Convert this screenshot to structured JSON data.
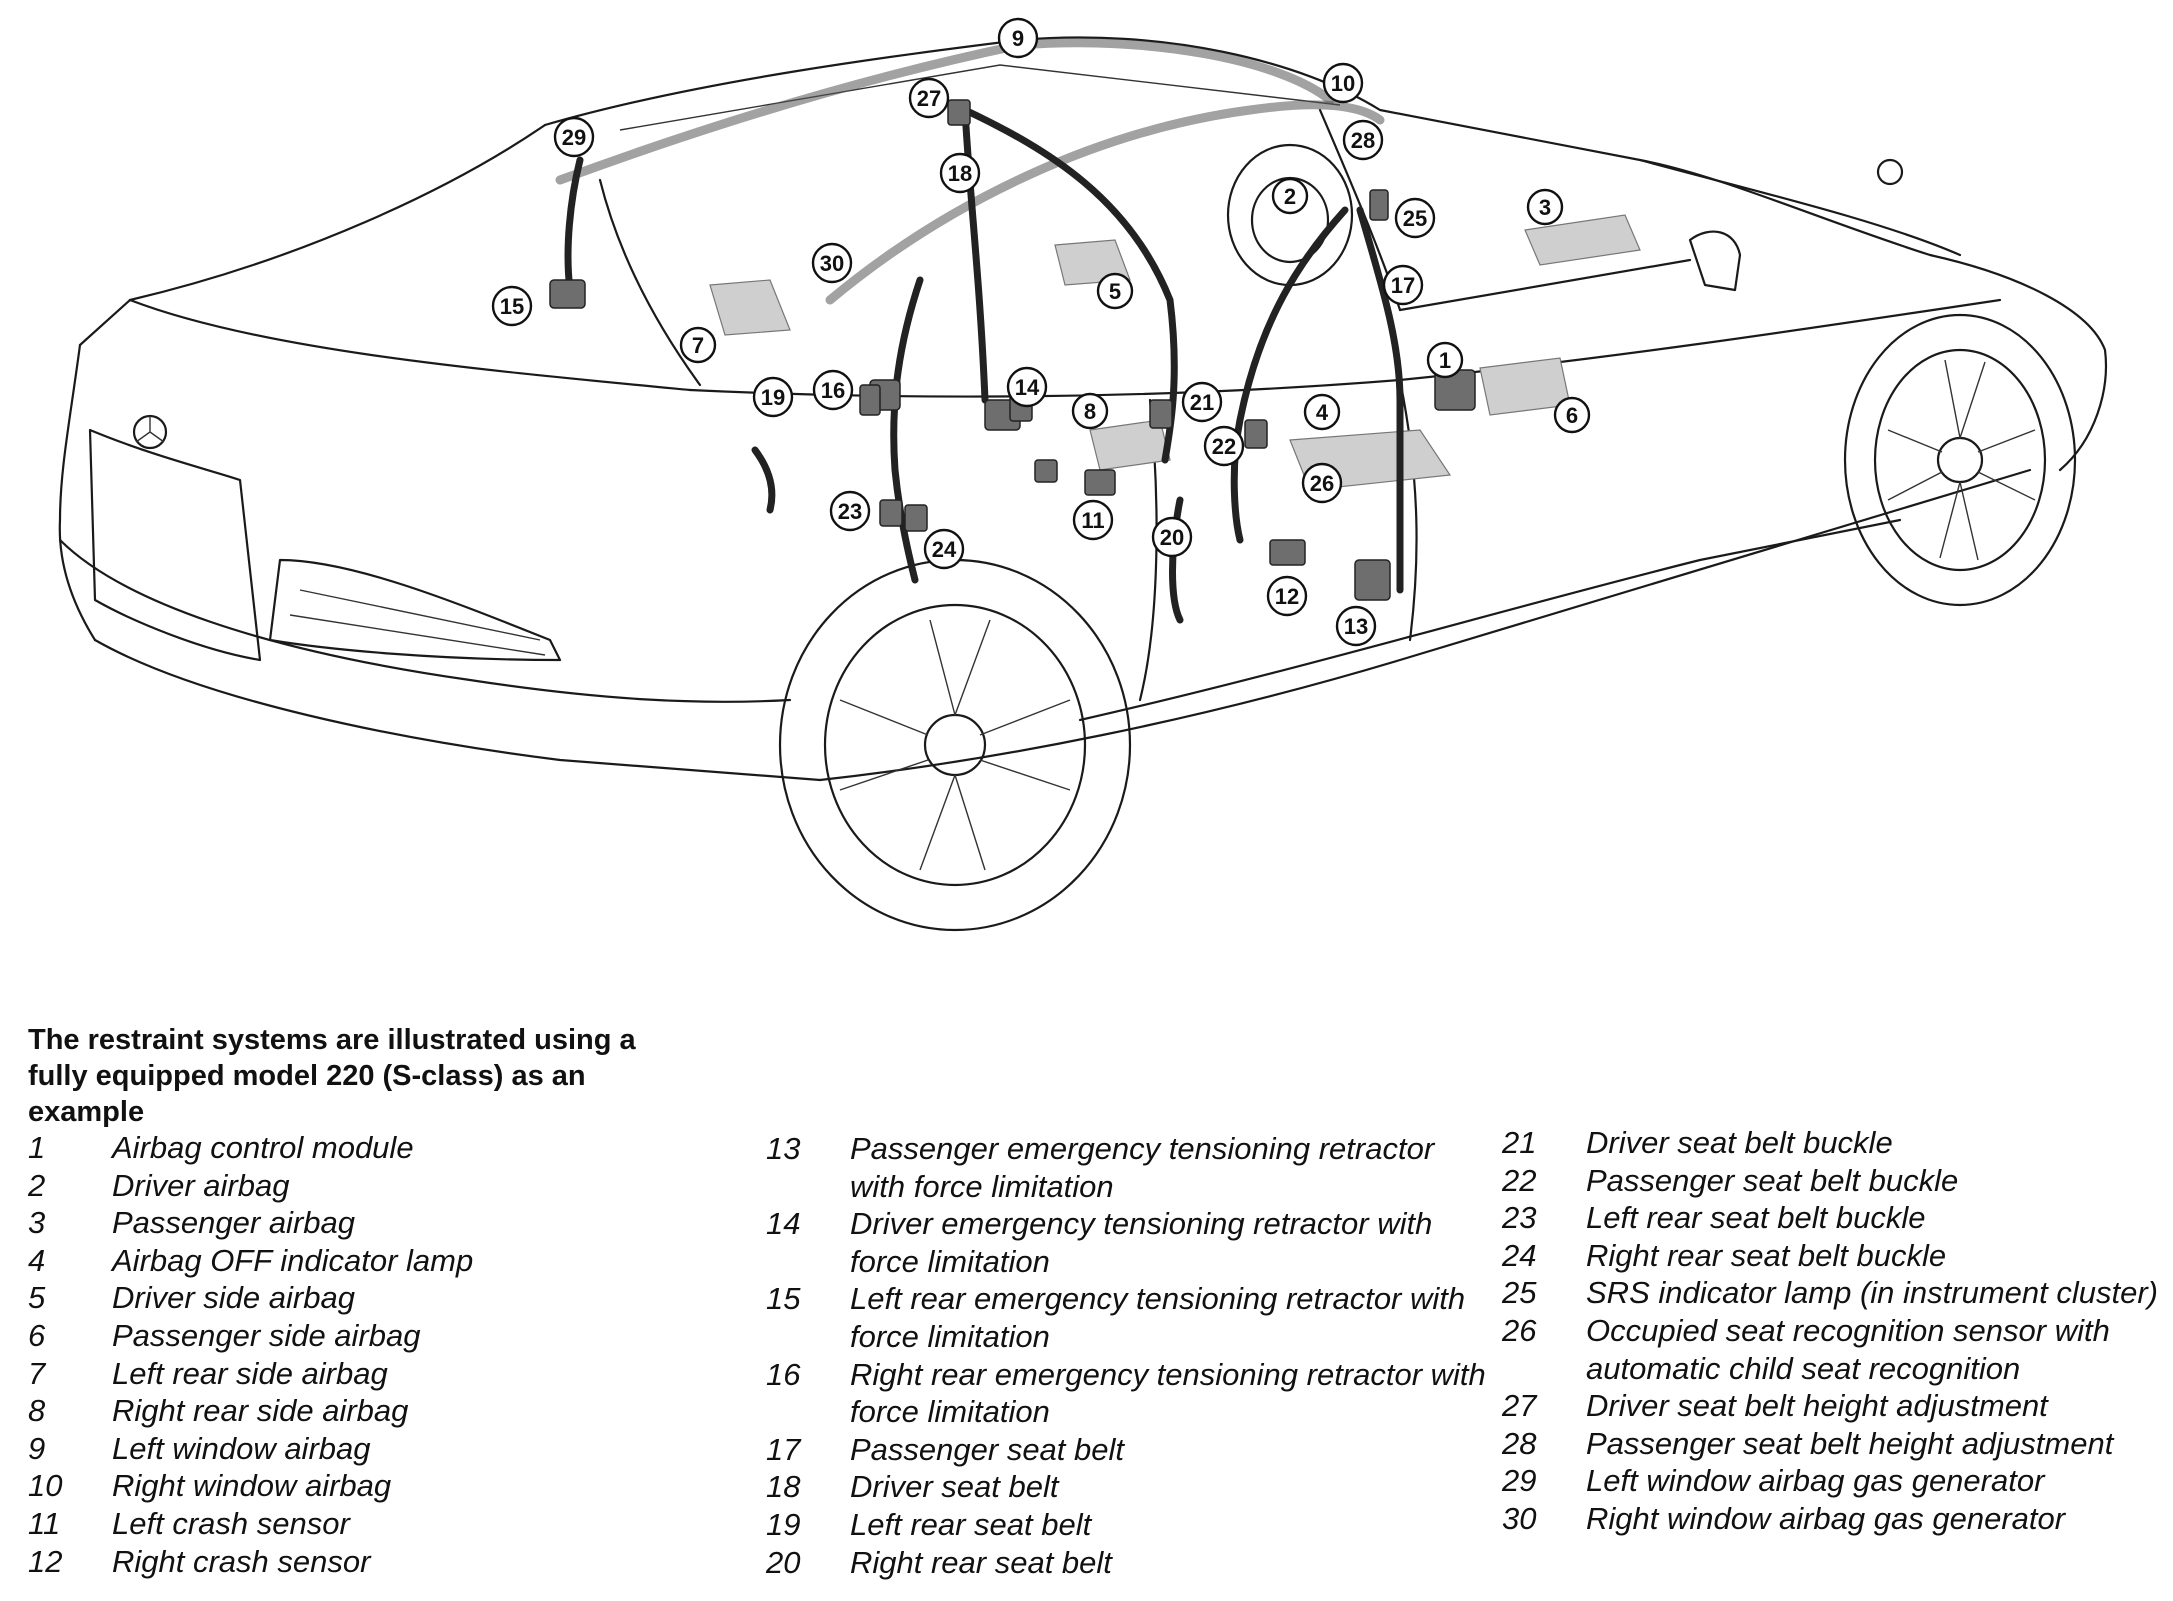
{
  "caption": "The restraint systems are illustrated using a fully equipped model 220 (S-class) as an example",
  "callouts": [
    "1",
    "2",
    "3",
    "4",
    "5",
    "6",
    "7",
    "8",
    "9",
    "10",
    "11",
    "12",
    "13",
    "14",
    "15",
    "16",
    "17",
    "18",
    "19",
    "20",
    "21",
    "22",
    "23",
    "24",
    "25",
    "26",
    "27",
    "28",
    "29",
    "30"
  ],
  "legend": {
    "col1": [
      {
        "num": "1",
        "text": "Airbag control module"
      },
      {
        "num": "2",
        "text": "Driver airbag"
      },
      {
        "num": "3",
        "text": "Passenger airbag"
      },
      {
        "num": "4",
        "text": "Airbag OFF indicator lamp"
      },
      {
        "num": "5",
        "text": "Driver side airbag"
      },
      {
        "num": "6",
        "text": "Passenger side airbag"
      },
      {
        "num": "7",
        "text": "Left rear side airbag"
      },
      {
        "num": "8",
        "text": "Right rear side airbag"
      },
      {
        "num": "9",
        "text": "Left window airbag"
      },
      {
        "num": "10",
        "text": "Right window airbag"
      },
      {
        "num": "11",
        "text": "Left crash sensor"
      },
      {
        "num": "12",
        "text": "Right crash sensor"
      }
    ],
    "col2": [
      {
        "num": "13",
        "text": "Passenger emergency tensioning retractor with force limitation"
      },
      {
        "num": "14",
        "text": "Driver emergency tensioning retractor with force limitation"
      },
      {
        "num": "15",
        "text": "Left rear emergency tensioning retractor with force limitation"
      },
      {
        "num": "16",
        "text": "Right rear emergency tensioning retractor with force limitation"
      },
      {
        "num": "17",
        "text": "Passenger seat belt"
      },
      {
        "num": "18",
        "text": "Driver seat belt"
      },
      {
        "num": "19",
        "text": "Left rear seat belt"
      },
      {
        "num": "20",
        "text": "Right rear seat belt"
      }
    ],
    "col3": [
      {
        "num": "21",
        "text": "Driver seat belt buckle"
      },
      {
        "num": "22",
        "text": "Passenger seat belt buckle"
      },
      {
        "num": "23",
        "text": "Left rear seat belt buckle"
      },
      {
        "num": "24",
        "text": "Right rear seat belt buckle"
      },
      {
        "num": "25",
        "text": "SRS indicator lamp (in instrument cluster)"
      },
      {
        "num": "26",
        "text": "Occupied seat recognition sensor with automatic child seat recognition"
      },
      {
        "num": "27",
        "text": "Driver seat belt height adjustment"
      },
      {
        "num": "28",
        "text": "Passenger seat belt height adjustment"
      },
      {
        "num": "29",
        "text": "Left window airbag gas generator"
      },
      {
        "num": "30",
        "text": "Right window airbag gas generator"
      }
    ]
  }
}
